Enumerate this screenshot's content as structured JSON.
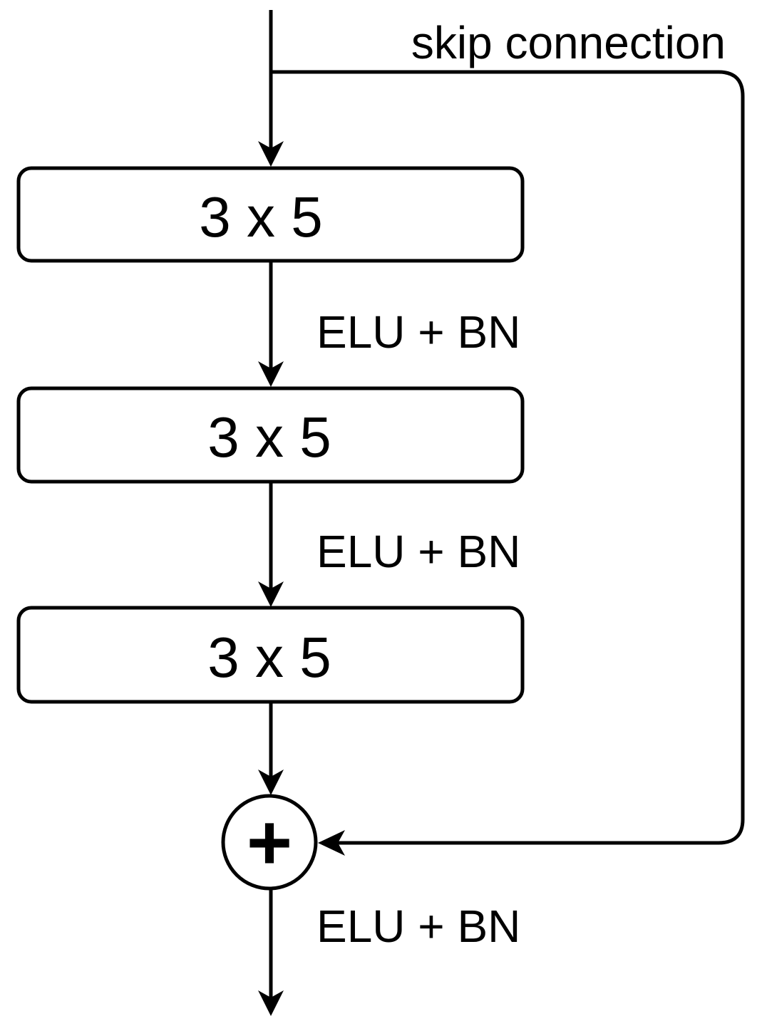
{
  "skip_label": "skip connection",
  "blocks": [
    {
      "label": "3 x 5"
    },
    {
      "label": "3 x 5"
    },
    {
      "label": "3 x 5"
    }
  ],
  "activations": [
    {
      "label": "ELU + BN"
    },
    {
      "label": "ELU + BN"
    },
    {
      "label": "ELU + BN"
    }
  ],
  "adder": {
    "symbol": "+"
  },
  "colors": {
    "stroke": "#000000",
    "fill": "#ffffff"
  }
}
